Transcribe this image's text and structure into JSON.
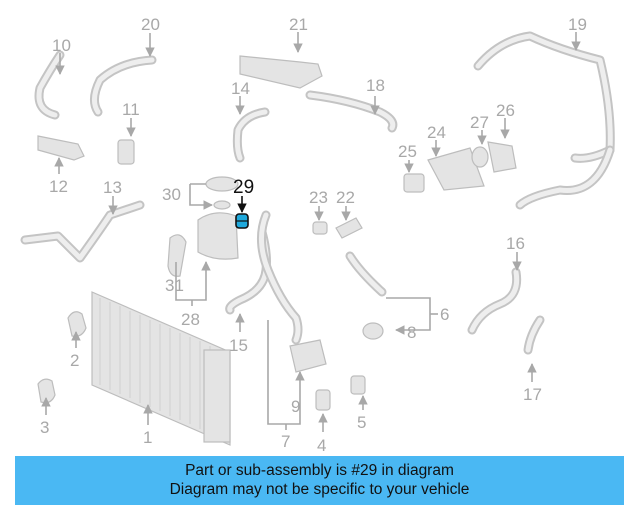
{
  "diagram": {
    "highlighted_part": "29",
    "callouts": [
      "1",
      "2",
      "3",
      "4",
      "5",
      "6",
      "7",
      "8",
      "9",
      "10",
      "11",
      "12",
      "13",
      "14",
      "15",
      "16",
      "17",
      "18",
      "19",
      "20",
      "21",
      "22",
      "23",
      "24",
      "25",
      "26",
      "27",
      "28",
      "29",
      "30",
      "31"
    ]
  },
  "banner": {
    "line1": "Part or sub-assembly is #29 in diagram",
    "line2": "Diagram may not be specific to your vehicle"
  },
  "colors": {
    "banner": "#4ab8f3",
    "highlight": "#111111",
    "parts": "#bdbdbd"
  }
}
